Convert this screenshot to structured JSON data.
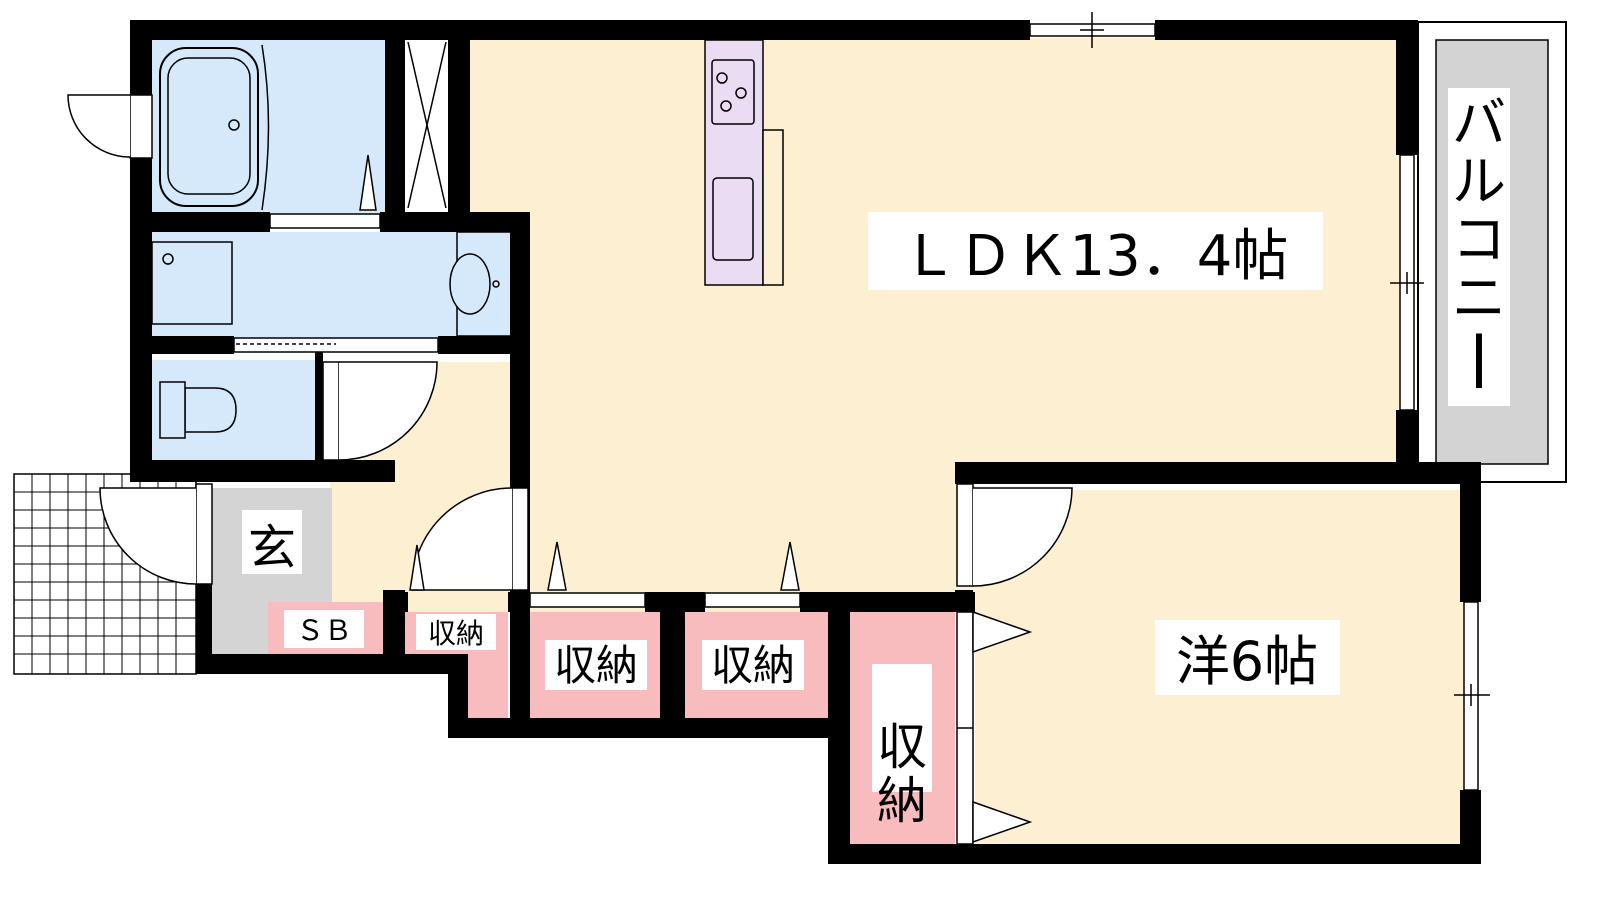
{
  "rooms": {
    "ldk": "ＬＤＫ13．4帖",
    "western": "洋6帖",
    "balcony": "バルコニー",
    "entrance": "玄",
    "shoebox": "ＳＢ",
    "storage_small": "収納",
    "storage_1": "収納",
    "storage_2": "収納",
    "storage_3": "収納"
  },
  "colors": {
    "living": "#fdf0d2",
    "wet_area": "#d6e9fb",
    "storage": "#f9bcbe",
    "kitchen": "#eadcf3",
    "entrance": "#d4d4d4",
    "balcony": "#d3d3d3",
    "wall": "#000000"
  }
}
